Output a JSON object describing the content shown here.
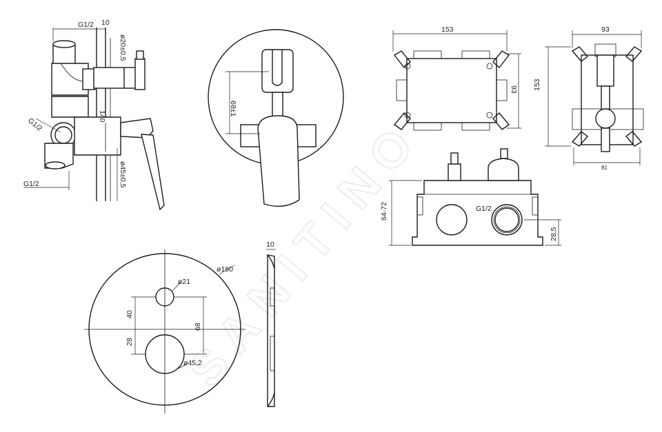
{
  "watermark": "SANITINO",
  "side_view": {
    "dim_inlet_top": "G1/2",
    "dim_plate": "10",
    "dim_stem": "ø20±0,5",
    "dim_height": "140",
    "dim_inlet_side": "G1/2",
    "dim_body": "ø45±0,5",
    "dim_inlet_bottom": "G1/2"
  },
  "front_view": {
    "dim_spacing": "68±1"
  },
  "box_top_view": {
    "dim_width": "153",
    "dim_height": "93"
  },
  "box_side_view": {
    "dim_width": "93",
    "dim_height": "153",
    "dim_bottom": "81"
  },
  "box_front_view": {
    "dim_depth": "64-72",
    "dim_thread": "G1/2",
    "dim_offset": "28,5"
  },
  "plate_front": {
    "dim_outer": "ø180",
    "dim_small_hole": "ø21",
    "dim_big_hole": "ø45,2",
    "dim_upper": "40",
    "dim_lower": "28",
    "dim_total": "68"
  },
  "plate_side": {
    "dim_thickness": "10"
  }
}
